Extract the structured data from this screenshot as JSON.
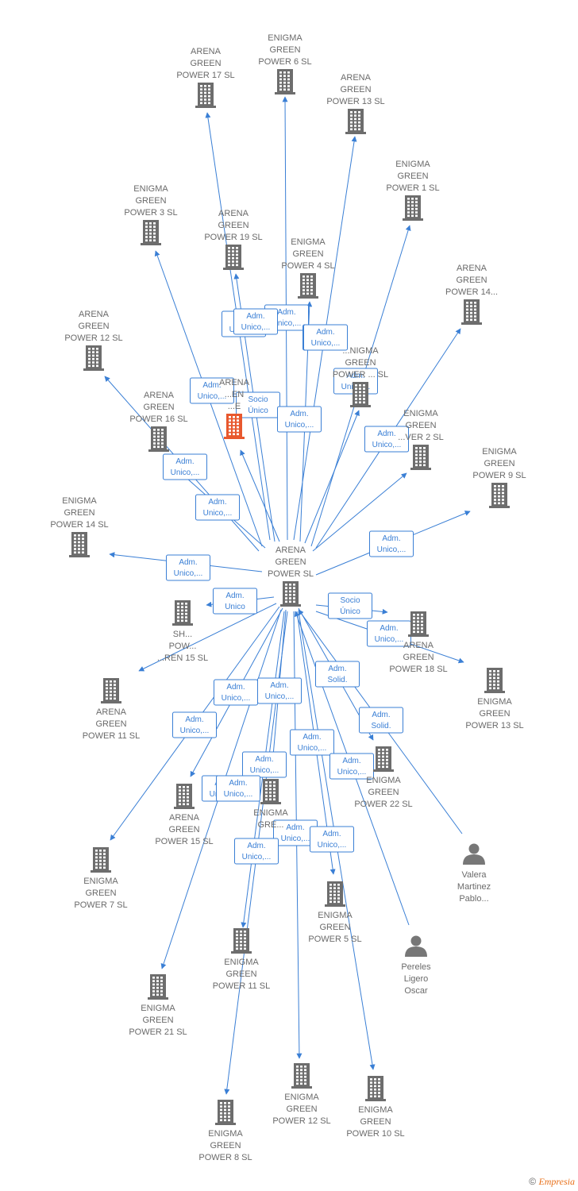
{
  "colors": {
    "edge": "#3a7fd5",
    "company": "#6d6d6d",
    "highlight": "#e8582e",
    "person": "#777777"
  },
  "hub": {
    "id": "hub",
    "label": [
      "ARENA",
      "GREEN",
      "POWER  SL"
    ]
  },
  "nodes": [
    {
      "id": "ag17",
      "kind": "company",
      "label": [
        "ARENA",
        "GREEN",
        "POWER 17  SL"
      ]
    },
    {
      "id": "eg6",
      "kind": "company",
      "label": [
        "ENIGMA",
        "GREEN",
        "POWER 6  SL"
      ]
    },
    {
      "id": "ag13",
      "kind": "company",
      "label": [
        "ARENA",
        "GREEN",
        "POWER 13  SL"
      ]
    },
    {
      "id": "eg1",
      "kind": "company",
      "label": [
        "ENIGMA",
        "GREEN",
        "POWER 1  SL"
      ]
    },
    {
      "id": "eg3",
      "kind": "company",
      "label": [
        "ENIGMA",
        "GREEN",
        "POWER 3  SL"
      ]
    },
    {
      "id": "ag19",
      "kind": "company",
      "label": [
        "ARENA",
        "GREEN",
        "POWER 19  SL"
      ]
    },
    {
      "id": "eg4",
      "kind": "company",
      "label": [
        "ENIGMA",
        "GREEN",
        "POWER 4  SL"
      ]
    },
    {
      "id": "ag14",
      "kind": "company",
      "label": [
        "ARENA",
        "GREEN",
        "POWER 14..."
      ]
    },
    {
      "id": "ag12",
      "kind": "company",
      "label": [
        "ARENA",
        "GREEN",
        "POWER 12  SL"
      ]
    },
    {
      "id": "arhl",
      "kind": "company-highlight",
      "label": [
        "ARENA",
        "...EN",
        "...E"
      ]
    },
    {
      "id": "enp",
      "kind": "company",
      "label": [
        "...NIGMA",
        "GREEN",
        "POWER ... SL"
      ]
    },
    {
      "id": "ag16",
      "kind": "company",
      "label": [
        "ARENA",
        "GREEN",
        "POWER 16  SL"
      ]
    },
    {
      "id": "eg2",
      "kind": "company",
      "label": [
        "ENIGMA",
        "GREEN",
        "...VER 2  SL"
      ]
    },
    {
      "id": "eg9",
      "kind": "company",
      "label": [
        "ENIGMA",
        "GREEN",
        "POWER 9  SL"
      ]
    },
    {
      "id": "eg14",
      "kind": "company",
      "label": [
        "ENIGMA",
        "GREEN",
        "POWER 14  SL"
      ]
    },
    {
      "id": "sh15",
      "kind": "company",
      "label": [
        "SH...",
        "POW...",
        "...REN 15  SL"
      ]
    },
    {
      "id": "ag18",
      "kind": "company",
      "label": [
        "ARENA",
        "GREEN",
        "POWER 18  SL"
      ]
    },
    {
      "id": "eg13",
      "kind": "company",
      "label": [
        "ENIGMA",
        "GREEN",
        "POWER 13  SL"
      ]
    },
    {
      "id": "ag11",
      "kind": "company",
      "label": [
        "ARENA",
        "GREEN",
        "POWER 11  SL"
      ]
    },
    {
      "id": "ag15",
      "kind": "company",
      "label": [
        "ARENA",
        "GREEN",
        "POWER 15  SL"
      ]
    },
    {
      "id": "egm",
      "kind": "company",
      "label": [
        "ENIGMA",
        "GRE...",
        ""
      ]
    },
    {
      "id": "eg22",
      "kind": "company",
      "label": [
        "ENIGMA",
        "GREEN",
        "POWER 22  SL"
      ]
    },
    {
      "id": "eg7",
      "kind": "company",
      "label": [
        "ENIGMA",
        "GREEN",
        "POWER 7  SL"
      ]
    },
    {
      "id": "vmp",
      "kind": "person",
      "label": [
        "Valera",
        "Martinez",
        "Pablo..."
      ]
    },
    {
      "id": "eg5",
      "kind": "company",
      "label": [
        "ENIGMA",
        "GREEN",
        "POWER 5  SL"
      ]
    },
    {
      "id": "plo",
      "kind": "person",
      "label": [
        "Pereles",
        "Ligero",
        "Oscar"
      ]
    },
    {
      "id": "eg11",
      "kind": "company",
      "label": [
        "ENIGMA",
        "GREEN",
        "POWER 11  SL"
      ]
    },
    {
      "id": "eg21",
      "kind": "company",
      "label": [
        "ENIGMA",
        "GREEN",
        "POWER 21  SL"
      ]
    },
    {
      "id": "eg12",
      "kind": "company",
      "label": [
        "ENIGMA",
        "GREEN",
        "POWER 12  SL"
      ]
    },
    {
      "id": "eg10",
      "kind": "company",
      "label": [
        "ENIGMA",
        "GREEN",
        "POWER 10  SL"
      ]
    },
    {
      "id": "eg8",
      "kind": "company",
      "label": [
        "ENIGMA",
        "GREEN",
        "POWER 8  SL"
      ]
    }
  ],
  "edges": [
    {
      "from": "hub",
      "to": "ag17",
      "label": [
        "Adm.",
        "Unico,..."
      ]
    },
    {
      "from": "hub",
      "to": "eg6",
      "label": [
        "Adm.",
        "Unico,..."
      ]
    },
    {
      "from": "hub",
      "to": "ag13",
      "label": [
        "Adm.",
        "Unico,..."
      ]
    },
    {
      "from": "hub",
      "to": "eg1",
      "label": [
        "Adm.",
        "Unico,..."
      ]
    },
    {
      "from": "hub",
      "to": "eg3",
      "label": [
        "Adm.",
        "Unico,..."
      ]
    },
    {
      "from": "hub",
      "to": "ag19",
      "label": [
        "Adm.",
        "Unico,..."
      ]
    },
    {
      "from": "hub",
      "to": "eg4",
      "label": [
        "Adm.",
        "Unico,..."
      ]
    },
    {
      "from": "hub",
      "to": "ag14",
      "label": [
        "Adm.",
        "Unico,..."
      ]
    },
    {
      "from": "hub",
      "to": "ag12",
      "label": [
        "Adm.",
        "Unico,..."
      ]
    },
    {
      "from": "hub",
      "to": "arhl",
      "label": [
        "Socio",
        "Único"
      ]
    },
    {
      "from": "hub",
      "to": "enp",
      "label": [
        "Adm.",
        "Unico,..."
      ]
    },
    {
      "from": "hub",
      "to": "ag16",
      "label": [
        "Adm.",
        "Unico,..."
      ]
    },
    {
      "from": "hub",
      "to": "eg2",
      "label": [
        "Adm.",
        "Unico,..."
      ]
    },
    {
      "from": "hub",
      "to": "eg9",
      "label": [
        "Adm.",
        "Unico,..."
      ]
    },
    {
      "from": "hub",
      "to": "eg14",
      "label": [
        "Adm.",
        "Unico,..."
      ]
    },
    {
      "from": "hub",
      "to": "sh15",
      "label": [
        "Adm.",
        "Unico"
      ]
    },
    {
      "from": "hub",
      "to": "ag18",
      "label": [
        "Socio",
        "Único"
      ]
    },
    {
      "from": "hub",
      "to": "eg13",
      "label": [
        "Adm.",
        "Unico,..."
      ]
    },
    {
      "from": "hub",
      "to": "ag11",
      "label": [
        "Adm.",
        "Unico,..."
      ]
    },
    {
      "from": "hub",
      "to": "ag15",
      "label": [
        "Adm.",
        "Unico,..."
      ]
    },
    {
      "from": "hub",
      "to": "egm",
      "label": [
        "Adm.",
        "Unico,..."
      ]
    },
    {
      "from": "hub",
      "to": "eg22",
      "label": [
        "Adm.",
        "Solid."
      ]
    },
    {
      "from": "hub",
      "to": "eg7",
      "label": [
        "Adm.",
        "Unico,..."
      ]
    },
    {
      "from": "vmp",
      "to": "hub",
      "label": [
        "Adm.",
        "Solid."
      ]
    },
    {
      "from": "hub",
      "to": "eg5",
      "label": [
        "Adm.",
        "Unico,..."
      ]
    },
    {
      "from": "plo",
      "to": "hub",
      "label": [
        "Adm.",
        "Unico,..."
      ]
    },
    {
      "from": "hub",
      "to": "eg11",
      "label": [
        "Adm.",
        "Unico,..."
      ]
    },
    {
      "from": "hub",
      "to": "eg21",
      "label": [
        "Adm.",
        "Unico,..."
      ]
    },
    {
      "from": "hub",
      "to": "eg12",
      "label": [
        "Adm.",
        "Unico,..."
      ]
    },
    {
      "from": "hub",
      "to": "eg10",
      "label": [
        "Adm.",
        "Unico,..."
      ]
    },
    {
      "from": "hub",
      "to": "eg8",
      "label": [
        "Adm.",
        "Unico,..."
      ]
    }
  ],
  "footer": {
    "copyright": "©",
    "brand": "Empresia"
  }
}
